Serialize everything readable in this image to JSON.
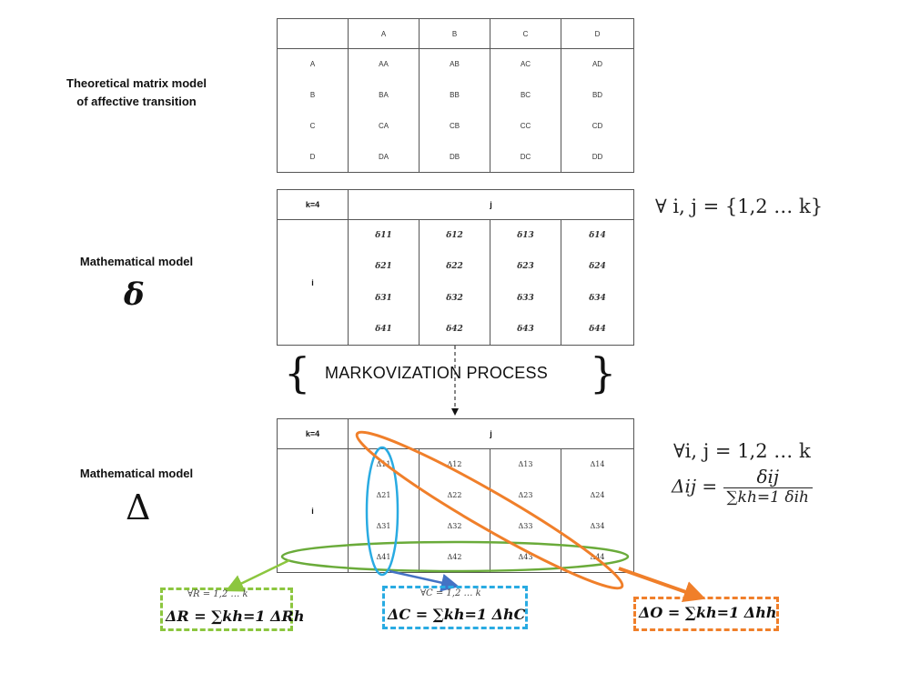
{
  "labels": {
    "theoretical_line1": "Theoretical matrix model",
    "theoretical_line2": "of affective transition",
    "math_model_1": "Mathematical model",
    "math_model_1_symbol": "δ",
    "math_model_2": "Mathematical model",
    "math_model_2_symbol": "Δ"
  },
  "matrix1": {
    "columns": [
      "A",
      "B",
      "C",
      "D"
    ],
    "rows": [
      "A",
      "B",
      "C",
      "D"
    ],
    "cells": [
      [
        "AA",
        "BA",
        "CA",
        "DA"
      ],
      [
        "AB",
        "BB",
        "CB",
        "DB"
      ],
      [
        "AC",
        "BC",
        "CC",
        "DC"
      ],
      [
        "AD",
        "BD",
        "CD",
        "DD"
      ]
    ]
  },
  "matrix2": {
    "corner": "k=4",
    "col_header": "j",
    "row_header": "i",
    "cells": [
      [
        "δ11",
        "δ21",
        "δ31",
        "δ41"
      ],
      [
        "δ12",
        "δ22",
        "δ32",
        "δ42"
      ],
      [
        "δ13",
        "δ23",
        "δ33",
        "δ43"
      ],
      [
        "δ14",
        "δ24",
        "δ34",
        "δ44"
      ]
    ]
  },
  "matrix3": {
    "corner": "k=4",
    "col_header": "j",
    "row_header": "i",
    "cells": [
      [
        "Δ11",
        "Δ21",
        "Δ31",
        "Δ41"
      ],
      [
        "Δ12",
        "Δ22",
        "Δ32",
        "Δ42"
      ],
      [
        "Δ13",
        "Δ23",
        "Δ33",
        "Δ43"
      ],
      [
        "Δ14",
        "Δ24",
        "Δ34",
        "Δ44"
      ]
    ]
  },
  "process": {
    "brace_open": "{",
    "label": "MARKOVIZATION PROCESS",
    "brace_close": "}"
  },
  "formulas": {
    "domain_delta": "∀ i, j = {1,2 … k}",
    "domain_Delta": "∀i, j = 1,2 … k",
    "Delta_lhs": "Δij =",
    "Delta_num": "δij",
    "Delta_den": "∑kh=1 δih"
  },
  "boxes": {
    "row_caption": "∀R = 1,2 … k",
    "row_formula": "ΔR = ∑kh=1 ΔRh",
    "col_caption": "∀C = 1,2 … k",
    "col_formula": "ΔC = ∑kh=1 ΔhC",
    "diag_formula": "ΔO = ∑kh=1 Δhh"
  },
  "colors": {
    "green": "#8cc63f",
    "blue": "#29abe2",
    "orange": "#f07f2a",
    "arrow_blue": "#4472c4",
    "ellipse_green": "#6aab3a"
  }
}
